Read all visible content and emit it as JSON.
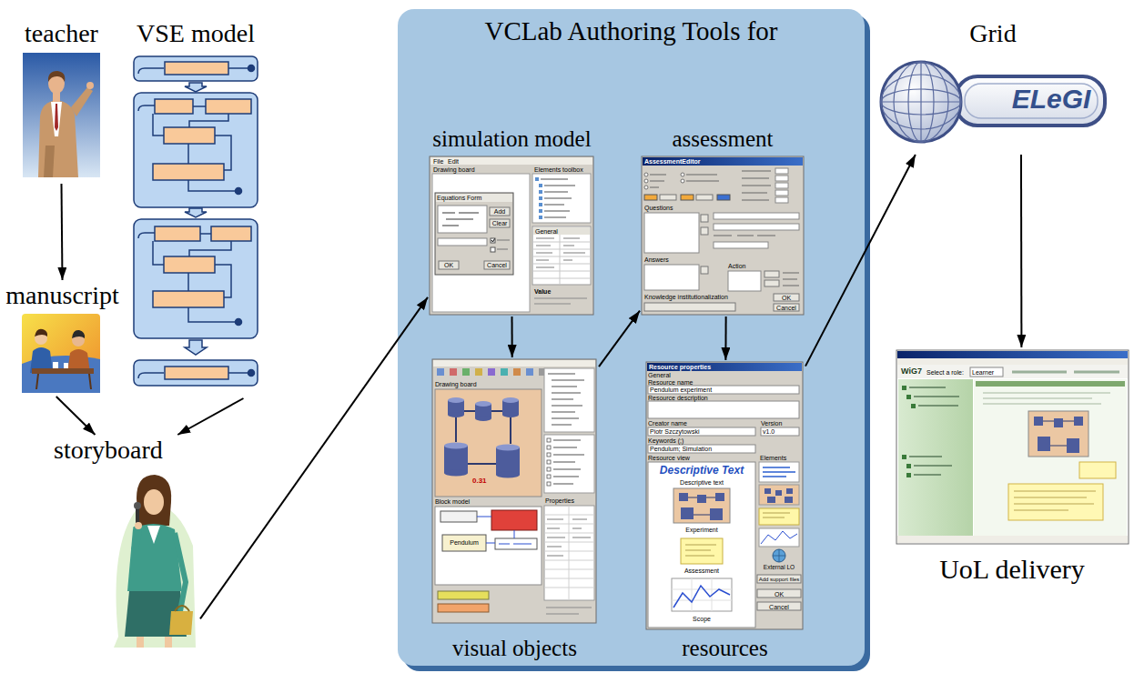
{
  "diagram": {
    "nodes": [
      {
        "text": [
          "teacher"
        ]
      },
      {
        "text": [
          "VSE model"
        ]
      },
      {
        "text": [
          "manuscript"
        ]
      },
      {
        "text": [
          "storyboard"
        ]
      },
      {
        "text": [
          "VCLab Authoring Tools for"
        ]
      },
      {
        "text": [
          "simulation model"
        ],
        "in": 4
      },
      {
        "text": [
          "assessment"
        ],
        "in": 4
      },
      {
        "text": [
          "visual objects"
        ],
        "in": 4
      },
      {
        "text": [
          "resources"
        ],
        "in": 4
      },
      {
        "text": [
          "Grid"
        ]
      },
      {
        "text": [
          "UoL delivery"
        ]
      }
    ],
    "edges": [
      {
        "from": 0,
        "to": 2,
        "arrow": "to"
      },
      {
        "from": 2,
        "to": 3,
        "arrow": "to"
      },
      {
        "from": 1,
        "to": 3,
        "arrow": "to"
      },
      {
        "from": 3,
        "to": 5,
        "arrow": "to"
      },
      {
        "from": 5,
        "to": 7,
        "arrow": "to"
      },
      {
        "from": 7,
        "to": 6,
        "arrow": "to"
      },
      {
        "from": 6,
        "to": 8,
        "arrow": "to"
      },
      {
        "from": 8,
        "to": 9,
        "arrow": "to"
      },
      {
        "from": 9,
        "to": 10,
        "arrow": "to"
      }
    ],
    "labels": [
      "File",
      "Edit",
      "Drawing board",
      "Elements toolbox",
      "Equations Form",
      "Add",
      "Clear",
      "OK",
      "Cancel",
      "General",
      "Value",
      "AssessmentEditor",
      "Questions",
      "Answers",
      "Action",
      "Knowledge institutionalization",
      "OK",
      "Cancel",
      "Drawing board",
      "0.31",
      "Block model",
      "Pendulum",
      "Properties",
      "Resource properties",
      "General",
      "Resource name",
      "Pendulum experiment",
      "Resource description",
      "Creator name",
      "Version",
      "Piotr Szczytowski",
      "v1.0",
      "Keywords (;)",
      "Pendulum; Simulation",
      "Resource view",
      "Elements",
      "Descriptive Text",
      "Descriptive text",
      "Experiment",
      "Assessment",
      "Scope",
      "External LO",
      "Add support files",
      "OK",
      "Cancel",
      "ELeGI",
      "WiG7",
      "Select a role:",
      "Learner"
    ]
  }
}
